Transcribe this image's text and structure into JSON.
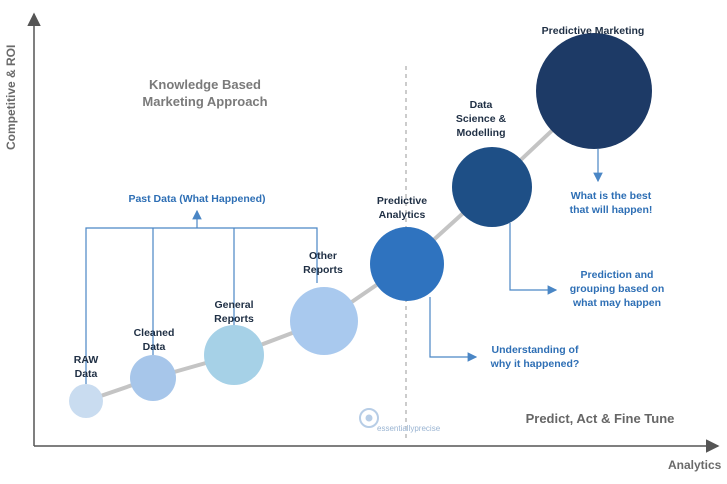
{
  "axes": {
    "x_label": "Analytics",
    "y_label": "Competitive & ROI"
  },
  "headings": {
    "knowledge": "Knowledge Based\nMarketing Approach",
    "predict": "Predict, Act & Fine Tune"
  },
  "stages": [
    {
      "label": "RAW\nData",
      "color": "#c9dcf0"
    },
    {
      "label": "Cleaned\nData",
      "color": "#a7c6ea"
    },
    {
      "label": "General\nReports",
      "color": "#a6d1e7"
    },
    {
      "label": "Other\nReports",
      "color": "#a9c9ee"
    },
    {
      "label": "Predictive\nAnalytics",
      "color": "#2f73bf"
    },
    {
      "label": "Data\nScience &\nModelling",
      "color": "#1e4f86"
    },
    {
      "label": "Predictive Marketing",
      "color": "#1d3a66"
    }
  ],
  "annotations": {
    "past_data": "Past Data (What Happened)",
    "understanding": "Understanding of\nwhy it happened?",
    "prediction": "Prediction and\ngrouping based on\nwhat may happen",
    "best": "What is the best\nthat will happen!"
  },
  "watermark": {
    "text": "essentiallyprecise"
  },
  "colors": {
    "axis": "#555555",
    "connector": "#c4c4c4",
    "bracket": "#4a86c5",
    "divider": "#9a9a9a"
  }
}
